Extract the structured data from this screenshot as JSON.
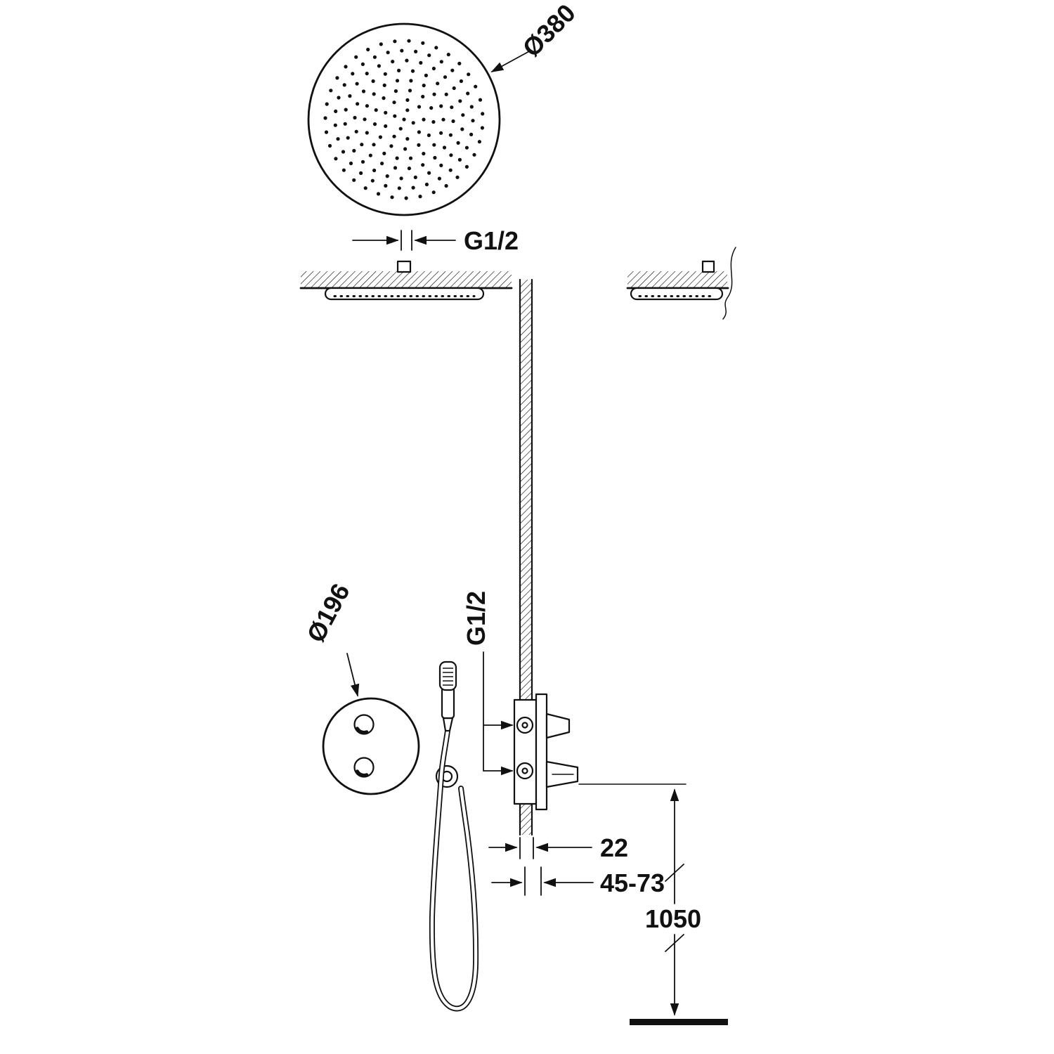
{
  "diagram": {
    "labels": {
      "head_diameter": "Ø380",
      "head_connection": "G1/2",
      "plate_diameter": "Ø196",
      "valve_connection": "G1/2",
      "wall_thickness": "22",
      "depth_range": "45-73",
      "mounting_height": "1050"
    },
    "colors": {
      "line": "#111111",
      "background": "#ffffff"
    }
  }
}
